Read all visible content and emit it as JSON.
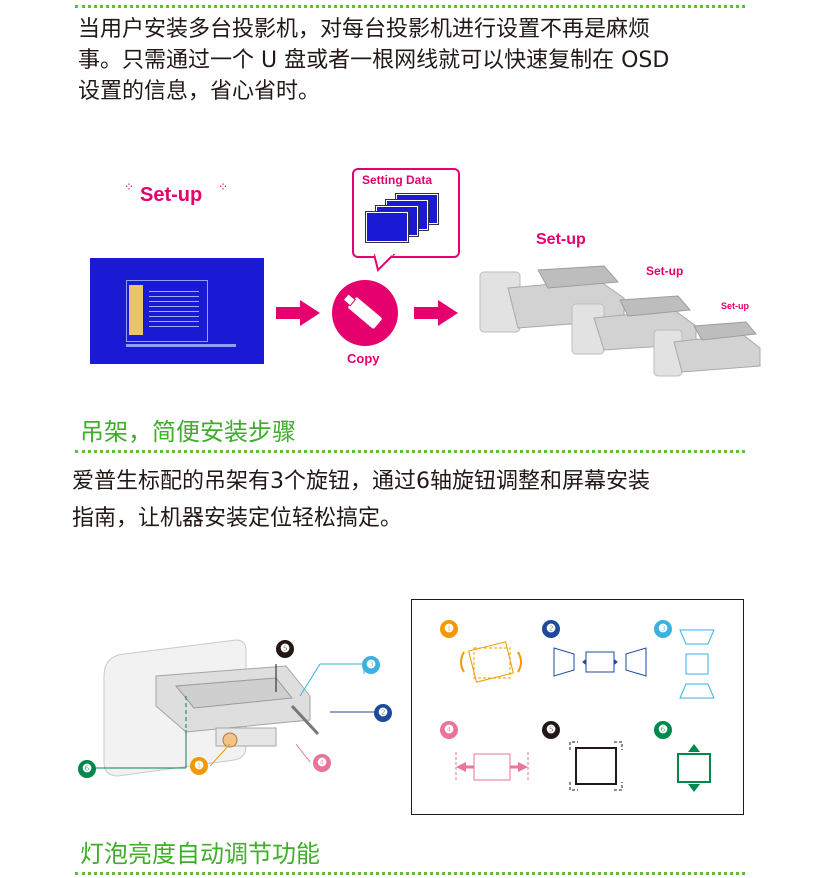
{
  "section1": {
    "paragraph_lines": [
      "当用户安装多台投影机，对每台投影机进行设置不再是麻烦",
      "事。只需通过一个 U 盘或者一根网线就可以快速复制在 OSD",
      "设置的信息，省心省时。"
    ]
  },
  "figure1": {
    "setup_label": "Set-up",
    "setting_data_label": "Setting Data",
    "copy_label": "Copy",
    "projector_labels": [
      "Set-up",
      "Set-up",
      "Set-up"
    ],
    "colors": {
      "pink": "#e5006e",
      "screen_blue": "#1a1ad4"
    }
  },
  "section2": {
    "heading": "吊架，简便安装步骤",
    "paragraph_lines": [
      "爱普生标配的吊架有3个旋钮，通过6轴旋钮调整和屏幕安装",
      "指南，让机器安装定位轻松搞定。"
    ]
  },
  "figure2": {
    "knob_numbers": [
      "❶",
      "❷",
      "❸",
      "❹",
      "❺",
      "❻"
    ],
    "legend_numbers": [
      "❶",
      "❷",
      "❸",
      "❹",
      "❺",
      "❻"
    ],
    "colors": {
      "k1": "#f39800",
      "k2": "#1d4b9a",
      "k3": "#3ab1e0",
      "k4": "#e8739b",
      "k5": "#231815",
      "k6": "#00874c"
    }
  },
  "section3": {
    "heading": "灯泡亮度自动调节功能"
  }
}
